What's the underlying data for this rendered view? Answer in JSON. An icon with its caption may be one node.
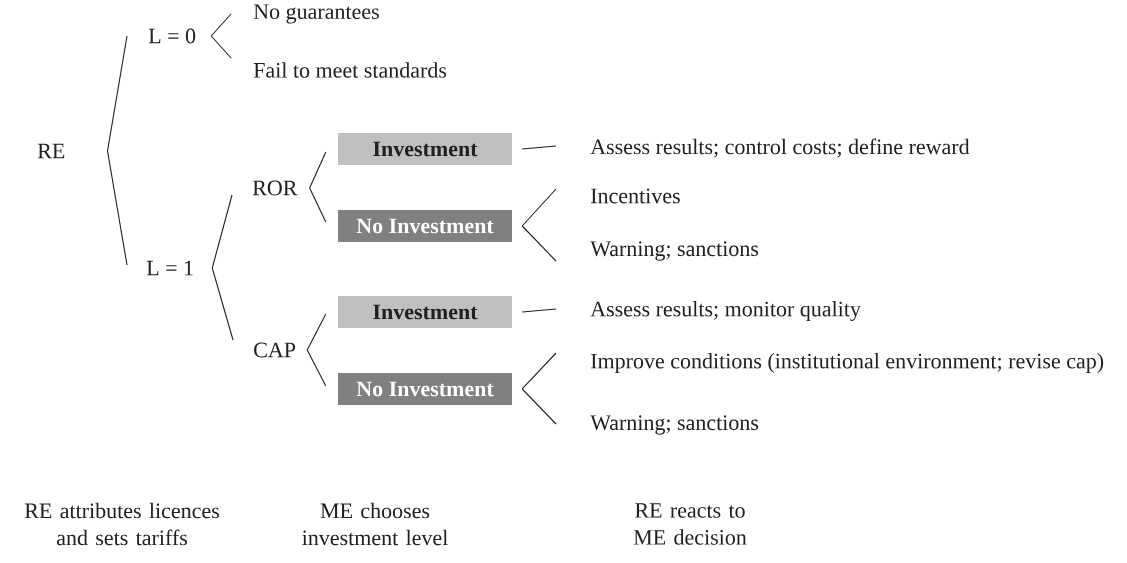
{
  "diagram": {
    "nodes": [
      {
        "text": [
          "RE"
        ]
      },
      {
        "text": [
          "L = 0"
        ]
      },
      {
        "text": [
          "L = 1"
        ]
      },
      {
        "text": [
          "No guarantees"
        ]
      },
      {
        "text": [
          "Fail to meet standards"
        ]
      },
      {
        "text": [
          "ROR"
        ]
      },
      {
        "text": [
          "CAP"
        ]
      },
      {
        "text": [
          "Investment"
        ]
      },
      {
        "text": [
          "No Investment"
        ]
      },
      {
        "text": [
          "Investment"
        ]
      },
      {
        "text": [
          "No Investment"
        ]
      },
      {
        "text": [
          "Assess results; control costs; define reward"
        ]
      },
      {
        "text": [
          "Incentives"
        ]
      },
      {
        "text": [
          "Warning; sanctions"
        ]
      },
      {
        "text": [
          "Assess results; monitor quality"
        ]
      },
      {
        "text": [
          "Improve conditions (institutional environment; revise cap)"
        ]
      },
      {
        "text": [
          "Warning; sanctions"
        ]
      }
    ],
    "edges": [
      {
        "from": 0,
        "to": 1,
        "arrow": "none"
      },
      {
        "from": 0,
        "to": 2,
        "arrow": "none"
      },
      {
        "from": 1,
        "to": 3,
        "arrow": "none"
      },
      {
        "from": 1,
        "to": 4,
        "arrow": "none"
      },
      {
        "from": 2,
        "to": 5,
        "arrow": "none"
      },
      {
        "from": 2,
        "to": 6,
        "arrow": "none"
      },
      {
        "from": 5,
        "to": 7,
        "arrow": "none"
      },
      {
        "from": 5,
        "to": 8,
        "arrow": "none"
      },
      {
        "from": 6,
        "to": 9,
        "arrow": "none"
      },
      {
        "from": 6,
        "to": 10,
        "arrow": "none"
      },
      {
        "from": 7,
        "to": 11,
        "arrow": "none"
      },
      {
        "from": 8,
        "to": 12,
        "arrow": "none"
      },
      {
        "from": 8,
        "to": 13,
        "arrow": "none"
      },
      {
        "from": 9,
        "to": 14,
        "arrow": "none"
      },
      {
        "from": 10,
        "to": 15,
        "arrow": "none"
      },
      {
        "from": 10,
        "to": 16,
        "arrow": "none"
      }
    ],
    "labels": [
      "RE attributes licences and sets tariffs",
      "ME chooses investment level",
      "RE reacts to ME decision"
    ]
  }
}
